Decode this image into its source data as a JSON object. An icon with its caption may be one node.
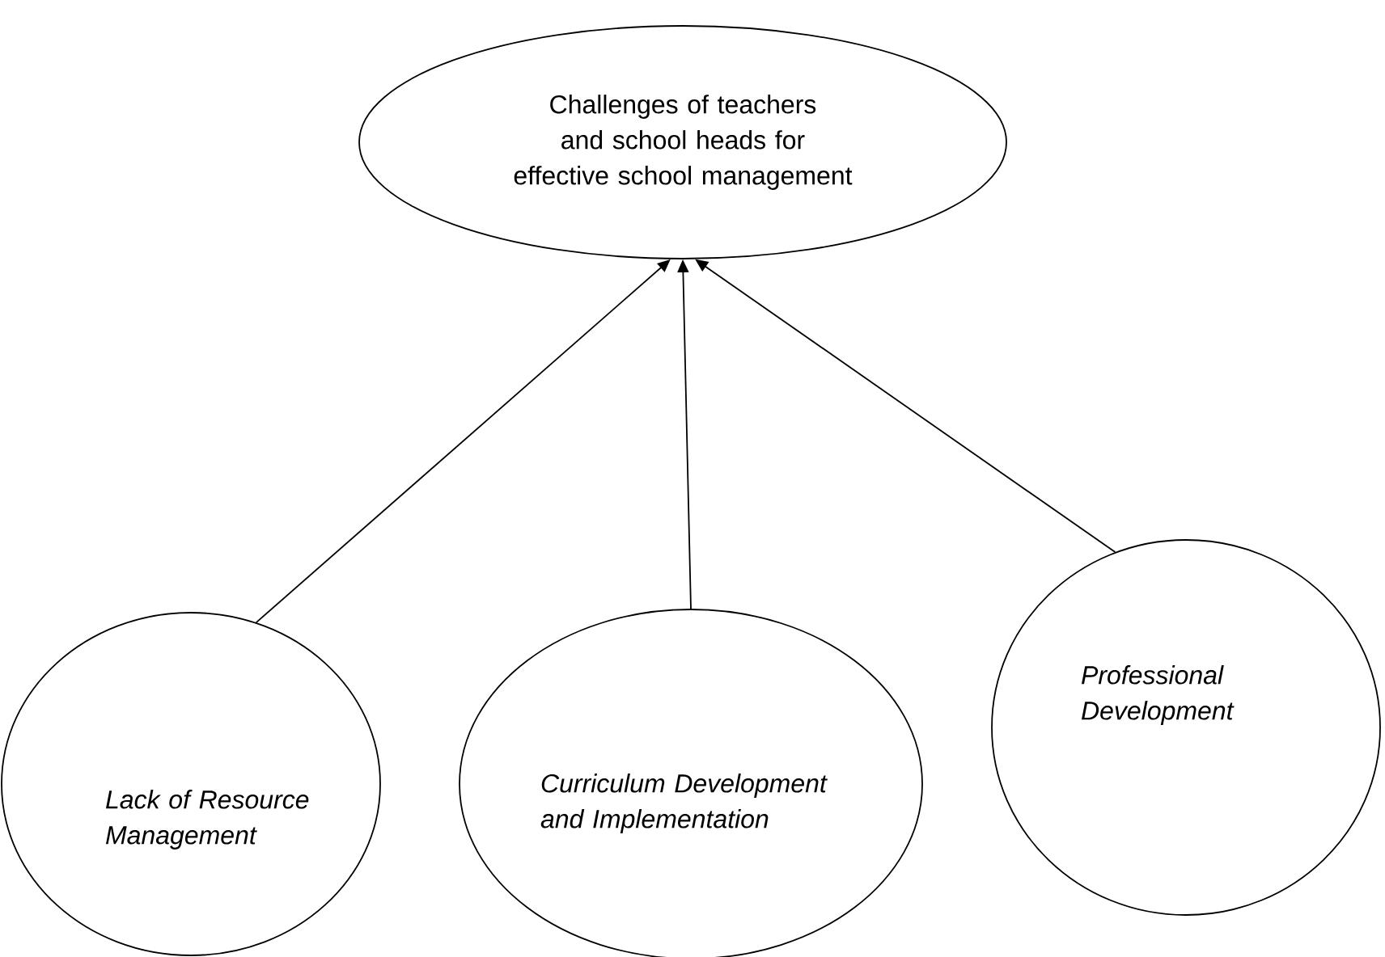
{
  "diagram": {
    "nodes": [
      {
        "text": [
          "Challenges of teachers and school heads for effective school management"
        ]
      },
      {
        "text": [
          "Lack of Resource Management"
        ]
      },
      {
        "text": [
          "Curriculum Development and Implementation"
        ]
      },
      {
        "text": [
          "Professional Development"
        ]
      }
    ],
    "edges": [
      {
        "from": 1,
        "to": 0,
        "arrow": "to"
      },
      {
        "from": 2,
        "to": 0,
        "arrow": "to"
      },
      {
        "from": 3,
        "to": 0,
        "arrow": "to"
      }
    ]
  }
}
